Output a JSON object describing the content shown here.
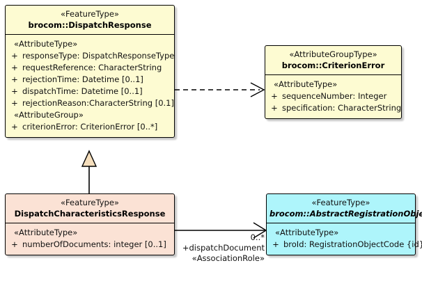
{
  "diagram": {
    "type": "uml-class-diagram",
    "background": "#ffffff",
    "colors": {
      "yellow_fill": "#fdfbd2",
      "pink_fill": "#fbe2d5",
      "cyan_fill": "#aef5fb",
      "triangle_fill": "#f5debc",
      "line": "#000000"
    }
  },
  "classes": {
    "dispatch_response": {
      "stereotype": "«FeatureType»",
      "name": "brocom::DispatchResponse",
      "compartments": [
        {
          "group": "«AttributeType»",
          "attributes": [
            {
              "visibility": "+",
              "text": "responseType: DispatchResponseType"
            },
            {
              "visibility": "+",
              "text": "requestReference: CharacterString"
            },
            {
              "visibility": "+",
              "text": "rejectionTime: Datetime [0..1]"
            },
            {
              "visibility": "+",
              "text": "dispatchTime: Datetime [0..1]"
            },
            {
              "visibility": "+",
              "text": "rejectionReason:CharacterString [0.1]"
            }
          ]
        },
        {
          "group": "«AttributeGroup»",
          "attributes": [
            {
              "visibility": "+",
              "text": "criterionError: CriterionError [0..*]"
            }
          ]
        }
      ]
    },
    "criterion_error": {
      "stereotype": "«AttributeGroupType»",
      "name": "brocom::CriterionError",
      "compartments": [
        {
          "group": "«AttributeType»",
          "attributes": [
            {
              "visibility": "+",
              "text": "sequenceNumber: Integer"
            },
            {
              "visibility": "+",
              "text": "specification: CharacterString"
            }
          ]
        }
      ]
    },
    "dispatch_characteristics_response": {
      "stereotype": "«FeatureType»",
      "name": "DispatchCharacteristicsResponse",
      "compartments": [
        {
          "group": "«AttributeType»",
          "attributes": [
            {
              "visibility": "+",
              "text": "numberOfDocuments: integer [0..1]"
            }
          ]
        }
      ]
    },
    "abstract_registration_object": {
      "stereotype": "«FeatureType»",
      "name": "brocom::AbstractRegistrationObject",
      "abstract": true,
      "compartments": [
        {
          "group": "«AttributeType»",
          "attributes": [
            {
              "visibility": "+",
              "text": "broId: RegistrationObjectCode {id}"
            }
          ]
        }
      ]
    }
  },
  "relationships": {
    "dependency": {
      "kind": "dependency",
      "from": "brocom::DispatchResponse",
      "to": "brocom::CriterionError",
      "style": "dashed",
      "arrow": "open"
    },
    "generalization": {
      "kind": "generalization",
      "from": "DispatchCharacteristicsResponse",
      "to": "brocom::DispatchResponse",
      "style": "solid",
      "arrow": "hollow-triangle"
    },
    "association": {
      "kind": "association",
      "from": "DispatchCharacteristicsResponse",
      "to": "brocom::AbstractRegistrationObject",
      "style": "solid",
      "arrow": "open",
      "multiplicity": "0..*",
      "role": "+dispatchDocument",
      "stereotype": "«AssociationRole»"
    }
  }
}
